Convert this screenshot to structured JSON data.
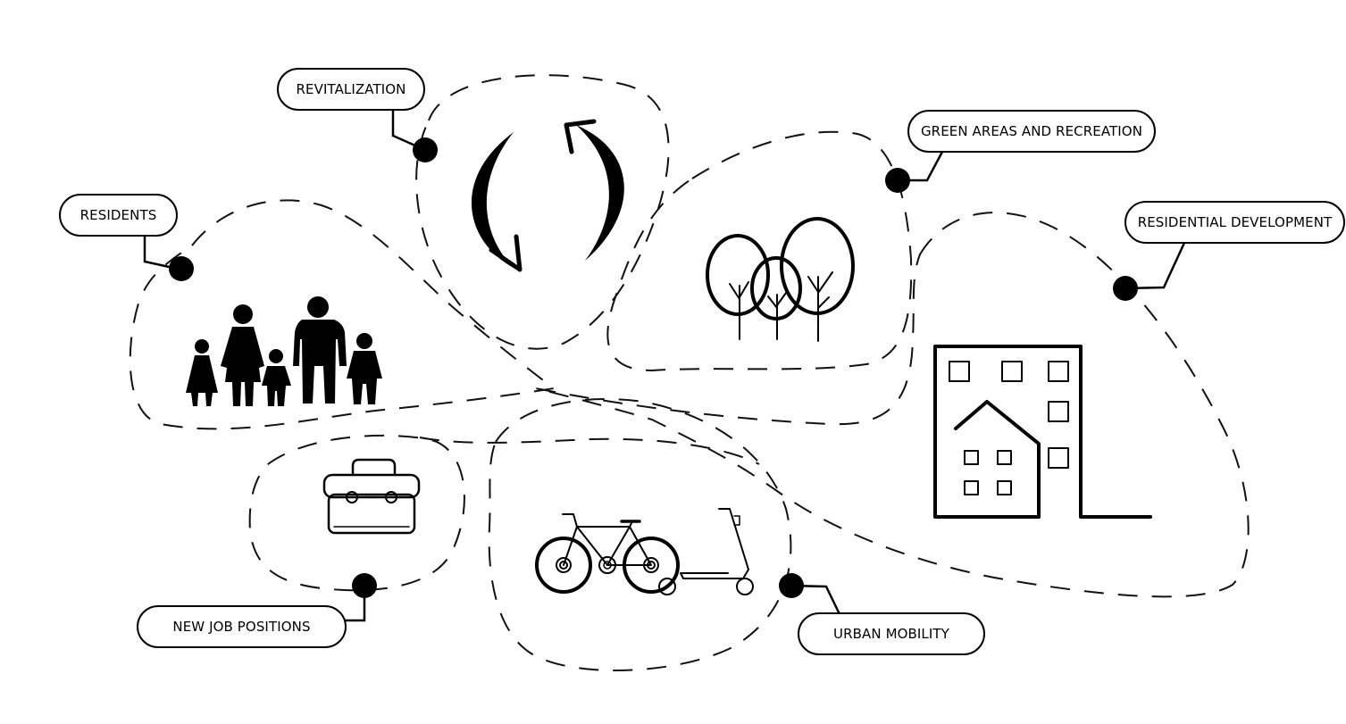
{
  "labels": {
    "revitalization": "REVITALIZATION",
    "residents": "RESIDENTS",
    "green_areas": "GREEN AREAS AND RECREATION",
    "residential_development": "RESIDENTIAL DEVELOPMENT",
    "new_job_positions": "NEW JOB POSITIONS",
    "urban_mobility": "URBAN MOBILITY"
  },
  "icons": {
    "revitalization": "cycle-arrows-icon",
    "residents": "family-icon",
    "green_areas": "trees-icon",
    "residential_development": "buildings-icon",
    "new_job_positions": "briefcase-icon",
    "urban_mobility": "bicycle-scooter-icon"
  },
  "colors": {
    "stroke": "#000000",
    "background": "#ffffff"
  }
}
